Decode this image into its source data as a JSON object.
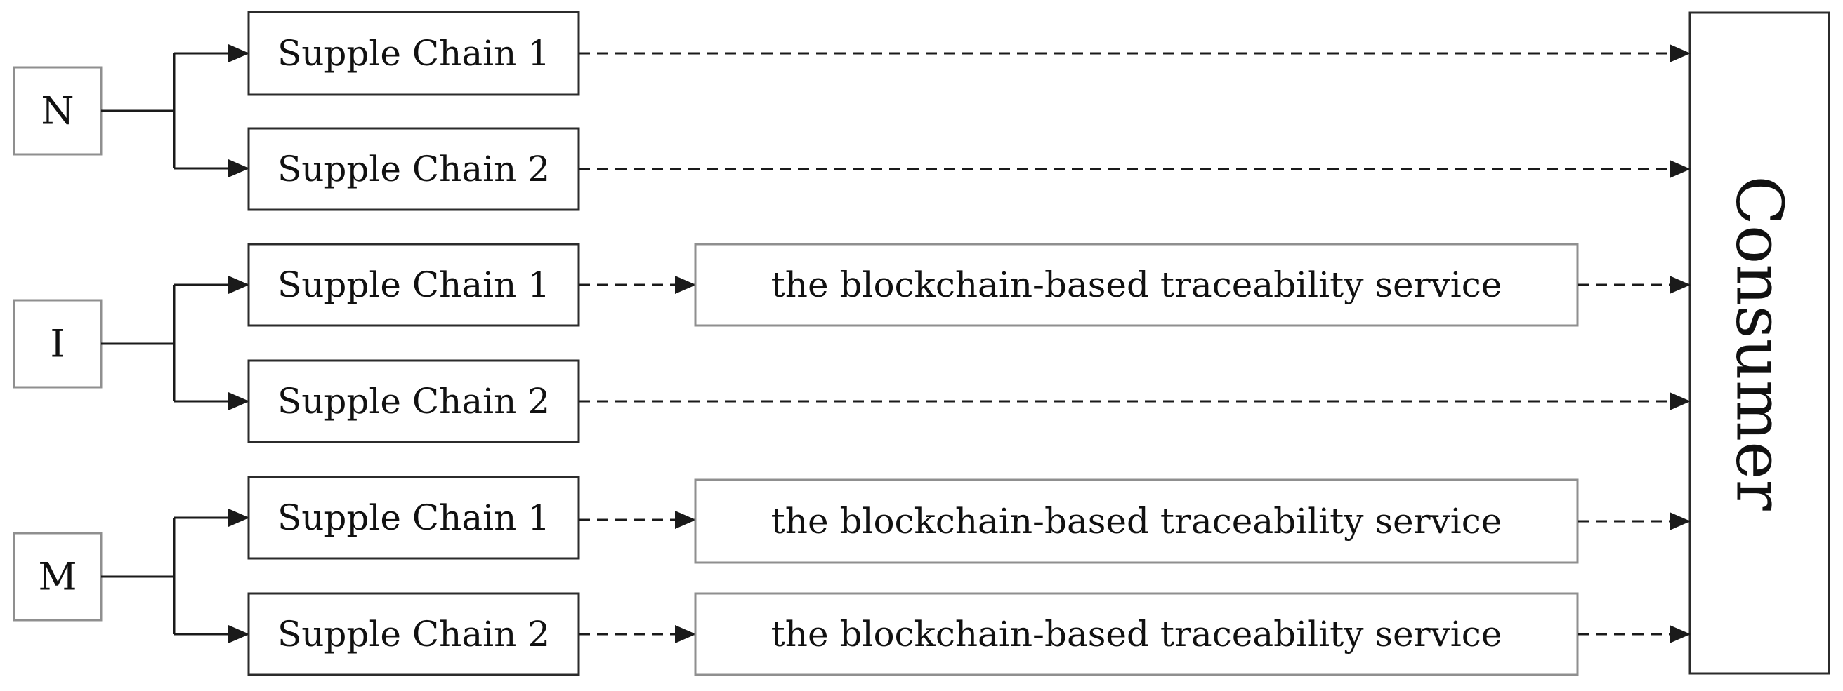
{
  "groups": [
    {
      "label": "N",
      "chains": [
        {
          "label": "Supple Chain 1",
          "service": null
        },
        {
          "label": "Supple Chain 2",
          "service": null
        }
      ]
    },
    {
      "label": "I",
      "chains": [
        {
          "label": "Supple Chain 1",
          "service": "the blockchain-based traceability service"
        },
        {
          "label": "Supple Chain 2",
          "service": null
        }
      ]
    },
    {
      "label": "M",
      "chains": [
        {
          "label": "Supple Chain 1",
          "service": "the blockchain-based traceability service"
        },
        {
          "label": "Supple Chain 2",
          "service": "the blockchain-based traceability service"
        }
      ]
    }
  ],
  "consumer": {
    "label": "Consumer"
  },
  "colors": {
    "line": "#1a1a1a",
    "box_border": "#2b2b2b",
    "box_border_light": "#8f8f8f"
  }
}
